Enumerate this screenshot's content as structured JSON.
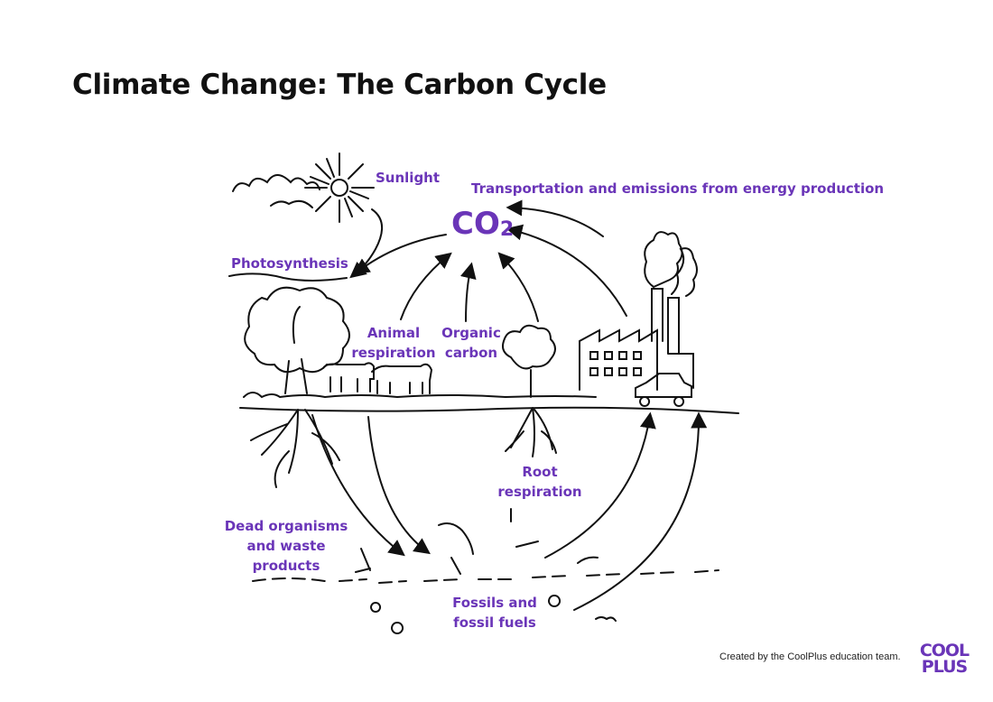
{
  "title": "Climate Change: The Carbon Cycle",
  "co2": {
    "main": "CO",
    "sub": "2"
  },
  "labels": {
    "sunlight": "Sunlight",
    "transport": "Transportation and emissions from energy production",
    "photosynthesis": "Photosynthesis",
    "animal_1": "Animal",
    "animal_2": "respiration",
    "organic_1": "Organic",
    "organic_2": "carbon",
    "root_1": "Root",
    "root_2": "respiration",
    "dead_1": "Dead organisms",
    "dead_2": "and waste",
    "dead_3": "products",
    "fossils_1": "Fossils and",
    "fossils_2": "fossil fuels"
  },
  "footer": {
    "credit": "Created by the CoolPlus education team.",
    "logo_top": "COOL",
    "logo_bottom": "PLUS"
  },
  "colors": {
    "label": "#6a35b8",
    "ink": "#111111"
  }
}
